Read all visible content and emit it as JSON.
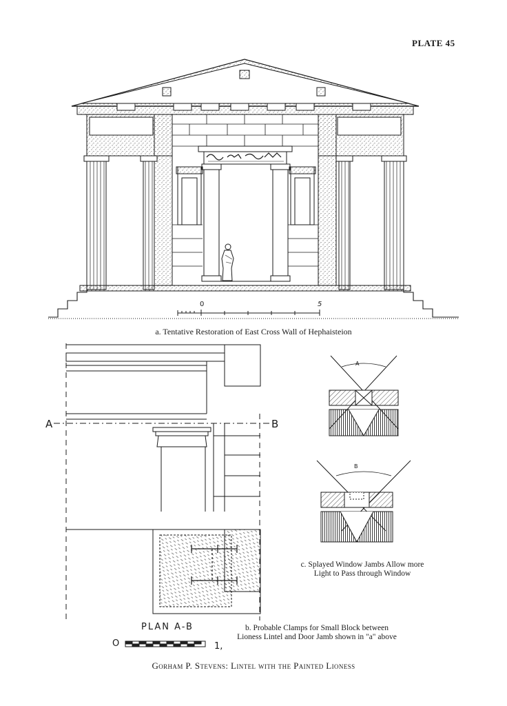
{
  "plate": "PLATE 45",
  "figure_a": {
    "caption": "a. Tentative Restoration of East Cross Wall of Hephaisteion",
    "scale_start": "0",
    "scale_end": "5"
  },
  "figure_b": {
    "section_label_left": "A",
    "section_label_right": "B",
    "plan_label": "PLAN A-B",
    "scale_start": "O",
    "scale_end": "1,",
    "caption_line1": "b. Probable Clamps for Small Block between",
    "caption_line2": "Lioness Lintel and Door Jamb shown in \"a\" above"
  },
  "figure_c": {
    "angle_label_top": "A",
    "angle_label_bottom": "B",
    "caption_line1": "c. Splayed Window Jambs Allow more",
    "caption_line2": "Light to Pass through Window"
  },
  "footer": "Gorham P. Stevens: Lintel with the Painted Lioness"
}
